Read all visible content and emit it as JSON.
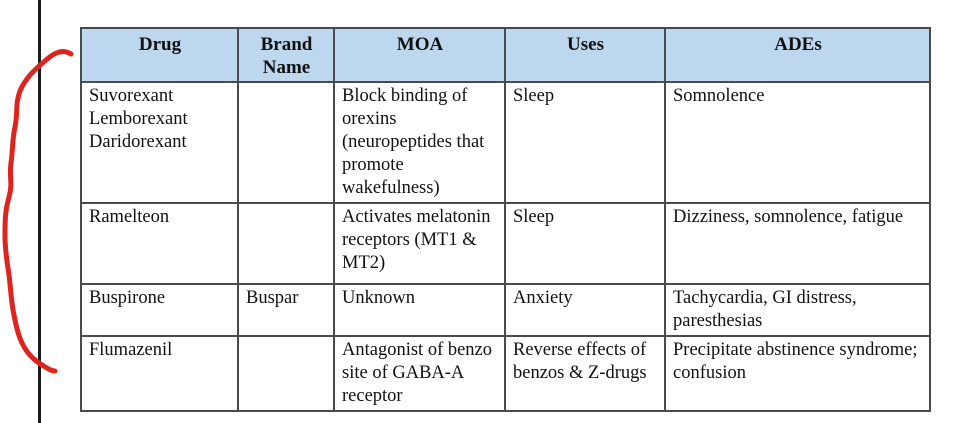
{
  "colors": {
    "header_bg": "#bdd7ee",
    "grid_line": "#4a4a4a",
    "annotation_red": "#dd241f",
    "margin_line_black": "#1b1b1b",
    "text": "#111111"
  },
  "annotations": {
    "red_bracket_icon": "hand-drawn-red-bracket",
    "margin_line_icon": "vertical-rule"
  },
  "table": {
    "headers": [
      "Drug",
      "Brand Name",
      "MOA",
      "Uses",
      "ADEs"
    ],
    "rows": [
      {
        "cells": [
          "Suvorexant\nLemborexant\nDaridorexant",
          "",
          "Block binding of\norexins\n(neuropeptides that\npromote\nwakefulness)",
          "Sleep",
          "Somnolence"
        ]
      },
      {
        "cells": [
          "Ramelteon",
          "",
          "Activates melatonin\nreceptors (MT1 &\nMT2)",
          "Sleep",
          "Dizziness, somnolence, fatigue"
        ]
      },
      {
        "cells": [
          "Buspirone",
          "Buspar",
          "Unknown",
          "Anxiety",
          "Tachycardia, GI distress,\nparesthesias"
        ]
      },
      {
        "cells": [
          "Flumazenil",
          "",
          "Antagonist of benzo\nsite of GABA-A\nreceptor",
          "Reverse effects of\nbenzos & Z-drugs",
          "Precipitate abstinence syndrome;\nconfusion"
        ]
      }
    ]
  }
}
